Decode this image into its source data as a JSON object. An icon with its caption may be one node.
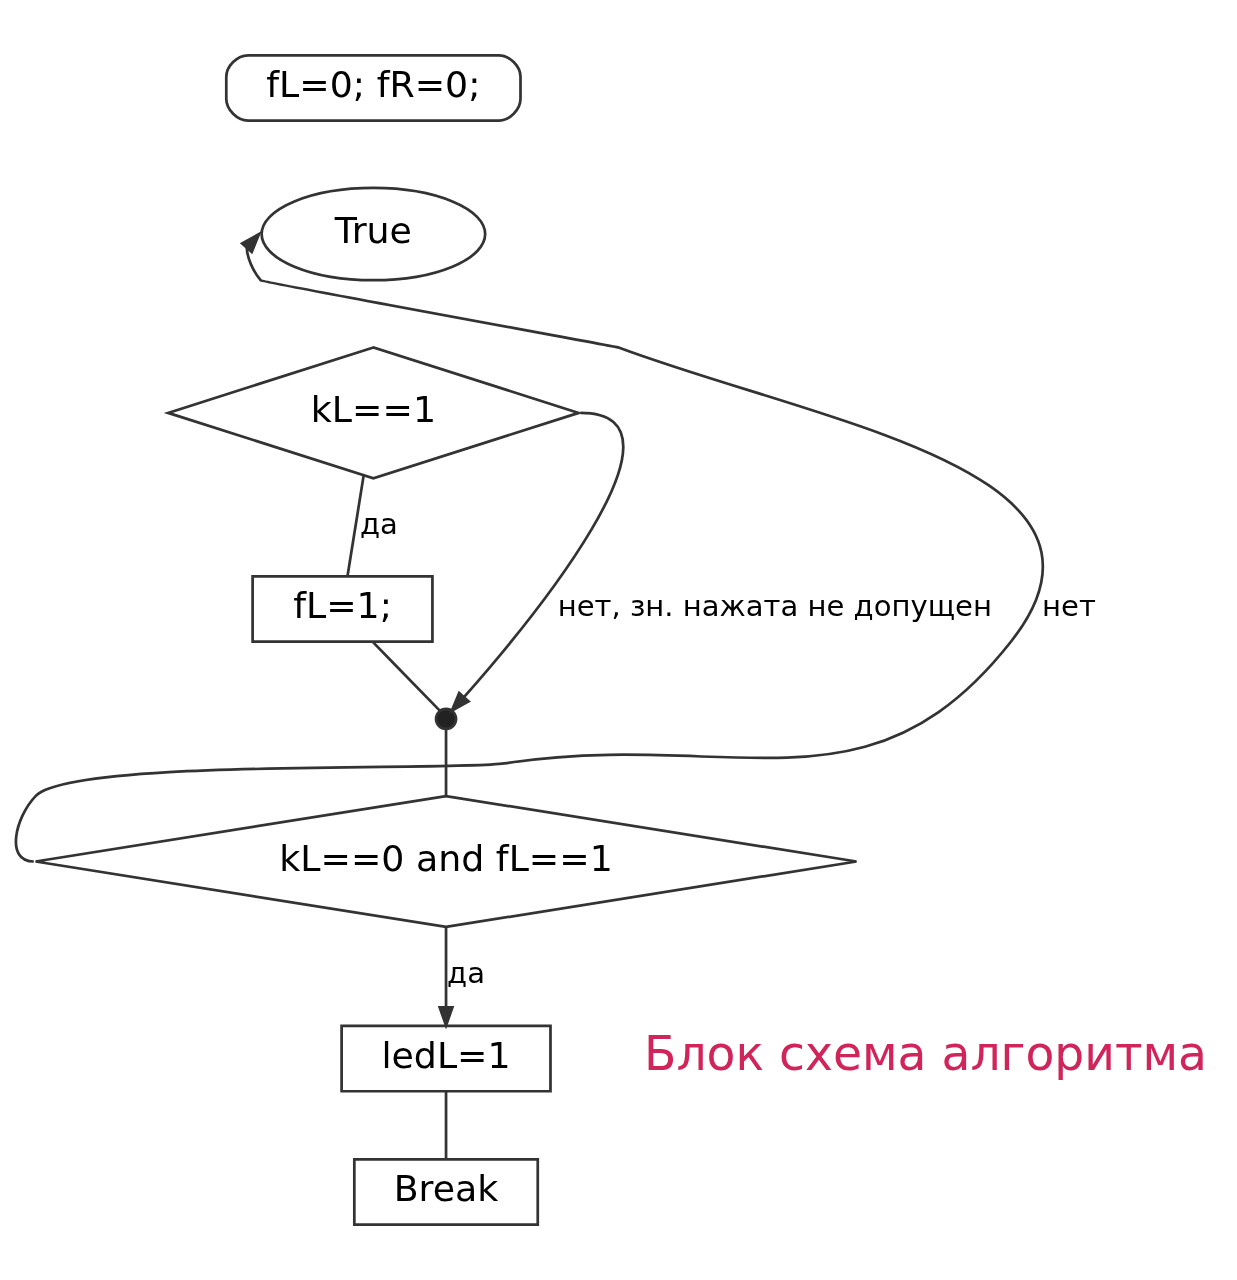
{
  "diagram": {
    "nodes": [
      {
        "text": [
          "fL=0; fR=0;"
        ]
      },
      {
        "text": [
          "True"
        ]
      },
      {
        "text": [
          "kL==1"
        ]
      },
      {
        "text": [
          "fL=1;"
        ]
      },
      {
        "text": [],
        "shape": "circle"
      },
      {
        "text": [
          "kL==0 and fL==1"
        ]
      },
      {
        "text": [
          "ledL=1"
        ]
      },
      {
        "text": [
          "Break"
        ]
      }
    ],
    "edges": [
      {
        "from": 2,
        "to": 3,
        "label": "да",
        "arrow": "none"
      },
      {
        "from": 2,
        "to": 4,
        "label": "нет, зн. нажата не допущен",
        "arrow": "to"
      },
      {
        "from": 3,
        "to": 4,
        "arrow": "none"
      },
      {
        "from": 4,
        "to": 5,
        "arrow": "none"
      },
      {
        "from": 5,
        "to": 1,
        "label": "нет",
        "arrow": "to"
      },
      {
        "from": 5,
        "to": 6,
        "label": "да",
        "arrow": "to"
      },
      {
        "from": 6,
        "to": 7,
        "arrow": "none"
      }
    ],
    "labels": [
      "Блок схема алгоритма"
    ]
  }
}
